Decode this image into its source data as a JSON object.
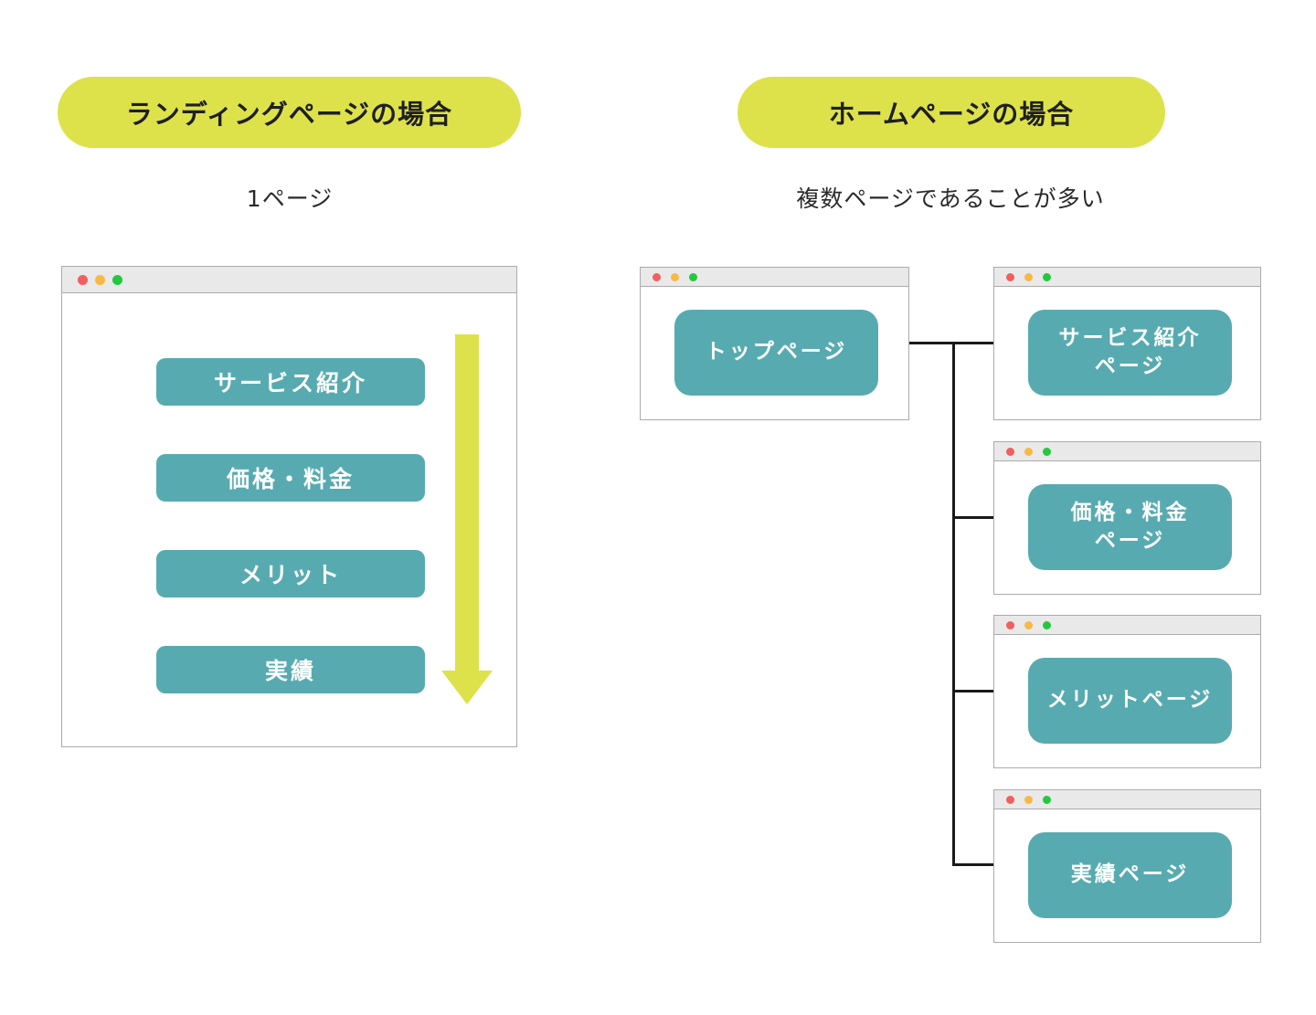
{
  "colors": {
    "accent_yellow": "#dde24b",
    "accent_teal": "#57abb0",
    "window_bar": "#e9e9e9",
    "window_border": "#ababab",
    "dot_red": "#f15f5f",
    "dot_orange": "#f8b845",
    "dot_green": "#22c93e",
    "connector": "#1a1a1a",
    "text_dark": "#1f1f1f"
  },
  "left": {
    "badge": "ランディングページの場合",
    "subtitle": "1ページ",
    "sections": [
      "サービス紹介",
      "価格・料金",
      "メリット",
      "実績"
    ]
  },
  "right": {
    "badge": "ホームページの場合",
    "subtitle": "複数ページであることが多い",
    "top_page": "トップページ",
    "pages": [
      {
        "line1": "サービス紹介",
        "line2": "ページ"
      },
      {
        "line1": "価格・料金",
        "line2": "ページ"
      },
      {
        "line1": "メリットページ",
        "line2": ""
      },
      {
        "line1": "実績ページ",
        "line2": ""
      }
    ]
  }
}
